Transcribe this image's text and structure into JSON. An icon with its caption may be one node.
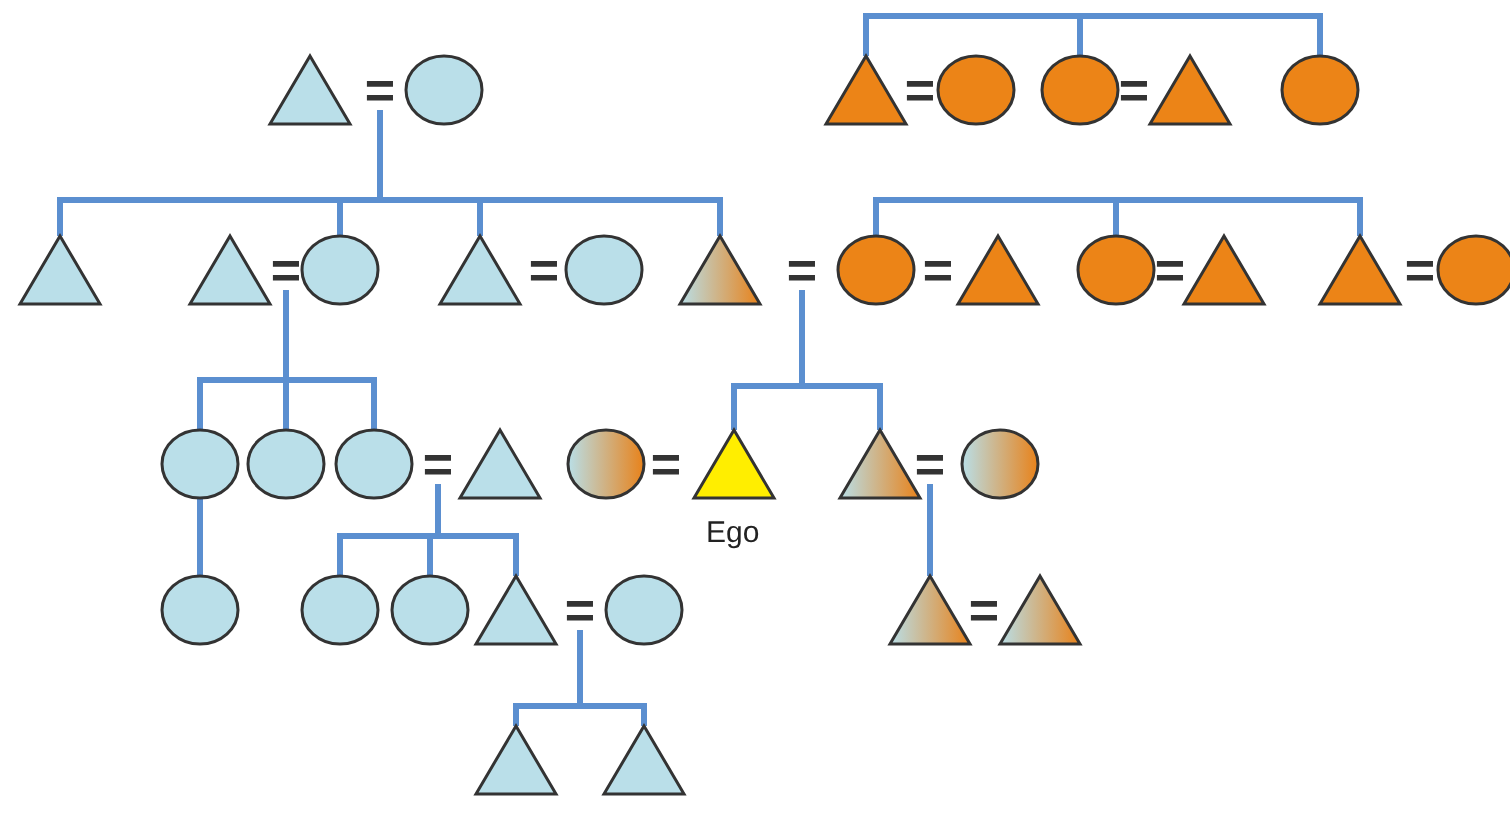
{
  "diagram": {
    "nodes": [
      {
        "text": [],
        "shape": "triangle"
      },
      {
        "text": [
          "="
        ]
      },
      {
        "text": [],
        "shape": "circle"
      },
      {
        "text": [],
        "shape": "triangle"
      },
      {
        "text": [],
        "shape": "circle"
      },
      {
        "text": [],
        "shape": "circle"
      },
      {
        "text": [],
        "shape": "triangle"
      },
      {
        "text": [],
        "shape": "circle"
      },
      {
        "text": [],
        "shape": "triangle"
      },
      {
        "text": [],
        "shape": "triangle"
      },
      {
        "text": [
          "="
        ]
      },
      {
        "text": [],
        "shape": "circle"
      },
      {
        "text": [],
        "shape": "triangle"
      },
      {
        "text": [],
        "shape": "circle"
      },
      {
        "text": [],
        "shape": "triangle"
      },
      {
        "text": [
          "="
        ]
      },
      {
        "text": [],
        "shape": "circle"
      },
      {
        "text": [],
        "shape": "triangle"
      },
      {
        "text": [],
        "shape": "circle"
      },
      {
        "text": [],
        "shape": "triangle"
      },
      {
        "text": [],
        "shape": "triangle"
      },
      {
        "text": [],
        "shape": "circle"
      },
      {
        "text": [],
        "shape": "circle"
      },
      {
        "text": [],
        "shape": "circle"
      },
      {
        "text": [],
        "shape": "circle"
      },
      {
        "text": [
          "="
        ]
      },
      {
        "text": [],
        "shape": "triangle"
      },
      {
        "text": [],
        "shape": "circle"
      },
      {
        "text": [],
        "shape": "triangle",
        "beside": [
          "Ego"
        ]
      },
      {
        "text": [],
        "shape": "triangle"
      },
      {
        "text": [
          "="
        ]
      },
      {
        "text": [],
        "shape": "circle"
      },
      {
        "text": [],
        "shape": "circle"
      },
      {
        "text": [],
        "shape": "circle"
      },
      {
        "text": [],
        "shape": "circle"
      },
      {
        "text": [],
        "shape": "triangle"
      },
      {
        "text": [
          "="
        ]
      },
      {
        "text": [],
        "shape": "circle"
      },
      {
        "text": [],
        "shape": "triangle"
      },
      {
        "text": [],
        "shape": "triangle"
      },
      {
        "text": [],
        "shape": "triangle"
      },
      {
        "text": [],
        "shape": "triangle"
      }
    ],
    "edges": [
      {
        "from": 1,
        "to": 8,
        "arrow": "none"
      },
      {
        "from": 1,
        "to": 11,
        "arrow": "none"
      },
      {
        "from": 1,
        "to": 12,
        "arrow": "none"
      },
      {
        "from": 1,
        "to": 14,
        "arrow": "none"
      },
      {
        "from": 3,
        "to": 5,
        "arrow": "none"
      },
      {
        "from": 5,
        "to": 7,
        "arrow": "none"
      },
      {
        "from": 16,
        "to": 18,
        "arrow": "none"
      },
      {
        "from": 18,
        "to": 20,
        "arrow": "none"
      },
      {
        "from": 10,
        "to": 22,
        "arrow": "none"
      },
      {
        "from": 10,
        "to": 23,
        "arrow": "none"
      },
      {
        "from": 10,
        "to": 24,
        "arrow": "none"
      },
      {
        "from": 22,
        "to": 32,
        "arrow": "none"
      },
      {
        "from": 15,
        "to": 28,
        "arrow": "none"
      },
      {
        "from": 15,
        "to": 29,
        "arrow": "none"
      },
      {
        "from": 30,
        "to": 38,
        "arrow": "none"
      },
      {
        "from": 25,
        "to": 33,
        "arrow": "none"
      },
      {
        "from": 25,
        "to": 34,
        "arrow": "none"
      },
      {
        "from": 25,
        "to": 35,
        "arrow": "none"
      },
      {
        "from": 36,
        "to": 40,
        "arrow": "none"
      },
      {
        "from": 36,
        "to": 41,
        "arrow": "none"
      }
    ],
    "labels": [
      "=",
      "=",
      "=",
      "=",
      "=",
      "=",
      "=",
      "="
    ]
  }
}
